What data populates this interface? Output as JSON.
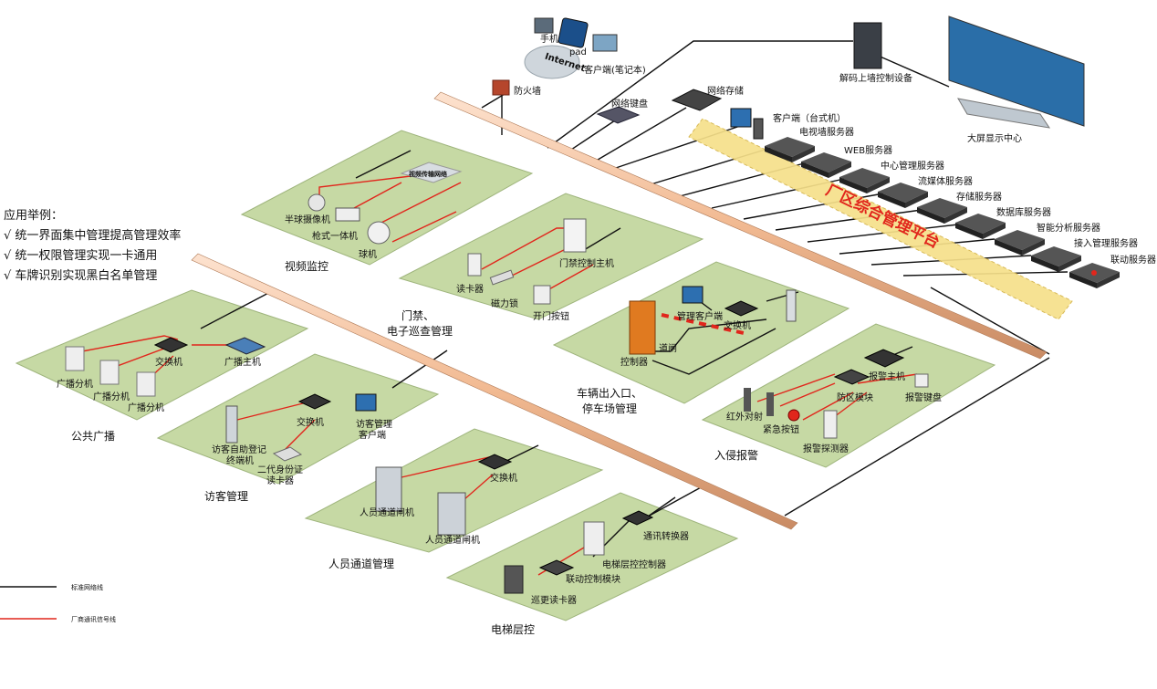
{
  "app_examples": {
    "title": "应用举例：",
    "items": [
      "√ 统一界面集中管理提高管理效率",
      "√ 统一权限管理实现一卡通用",
      "√ 车牌识别实现黑白名单管理"
    ]
  },
  "top": {
    "phone": "手机",
    "pad": "pad",
    "laptop": "客户端(笔记本)",
    "internet": "Internet",
    "firewall": "防火墙",
    "keyboard": "网络键盘",
    "storage": "网络存储",
    "desktop": "客户端（台式机）",
    "decoder": "解码上墙控制设备",
    "bigscreen": "大屏显示中心"
  },
  "platform": {
    "title": "厂区综合管理平台",
    "servers": [
      "电视墙服务器",
      "WEB服务器",
      "中心管理服务器",
      "流媒体服务器",
      "存储服务器",
      "数据库服务器",
      "智能分析服务器",
      "接入管理服务器",
      "联动服务器"
    ]
  },
  "zones": {
    "video": {
      "title": "视频监控",
      "cloud": "视频传输网络",
      "dome": "半球摄像机",
      "gun": "枪式一体机",
      "ball": "球机"
    },
    "door": {
      "title1": "门禁、",
      "title2": "电子巡查管理",
      "reader": "读卡器",
      "lock": "磁力锁",
      "controller": "门禁控制主机",
      "button": "开门按钮"
    },
    "parking": {
      "title1": "车辆出入口、",
      "title2": "停车场管理",
      "client": "管理客户端",
      "switch": "交换机",
      "controller": "控制器",
      "gate": "道闸"
    },
    "broadcast": {
      "title": "公共广播",
      "s1": "广播分机",
      "s2": "广播分机",
      "s3": "广播分机",
      "switch": "交换机",
      "host": "广播主机"
    },
    "visitor": {
      "title": "访客管理",
      "switch": "交换机",
      "client1": "访客管理",
      "client2": "客户端",
      "kiosk1": "访客自助登记",
      "kiosk2": "终端机",
      "id1": "二代身份证",
      "id2": "读卡器"
    },
    "alarm": {
      "title": "入侵报警",
      "host": "报警主机",
      "module": "防区模块",
      "keyboard": "报警键盘",
      "ir": "红外对射",
      "emergency": "紧急按钮",
      "detector": "报警探测器"
    },
    "person": {
      "title": "人员通道管理",
      "switch": "交换机",
      "g1": "人员通道闸机",
      "g2": "人员通道闸机"
    },
    "elevator": {
      "title": "电梯层控",
      "converter": "通讯转换器",
      "controller": "电梯层控控制器",
      "module": "联动控制模块",
      "reader": "巡更读卡器"
    }
  },
  "legend": {
    "standard": "标准网络线",
    "private": "厂商通讯信号线"
  },
  "colors": {
    "zone": "#c6d9a4",
    "redline": "#e1261c",
    "platform": "#f6e08a",
    "pipe": "#f4c8a8",
    "platformText": "#e1261c"
  }
}
